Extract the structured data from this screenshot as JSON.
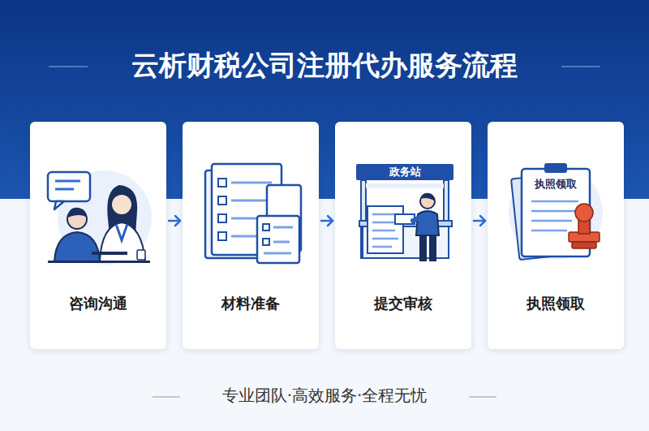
{
  "diagram": {
    "title": "云析财税公司注册代办服务流程",
    "caption": "专业团队·高效服务·全程无忧",
    "nodes": [
      {
        "text": [
          "咨询沟通"
        ]
      },
      {
        "text": [
          "材料准备"
        ]
      },
      {
        "text": [
          "提交审核"
        ]
      },
      {
        "text": [
          "执照领取"
        ]
      }
    ],
    "edges": [
      {
        "from": 0,
        "to": 1,
        "arrow": "to"
      },
      {
        "from": 1,
        "to": 2,
        "arrow": "to"
      },
      {
        "from": 2,
        "to": 3,
        "arrow": "to"
      }
    ],
    "labels": [
      "政务站",
      "执照领取"
    ]
  }
}
